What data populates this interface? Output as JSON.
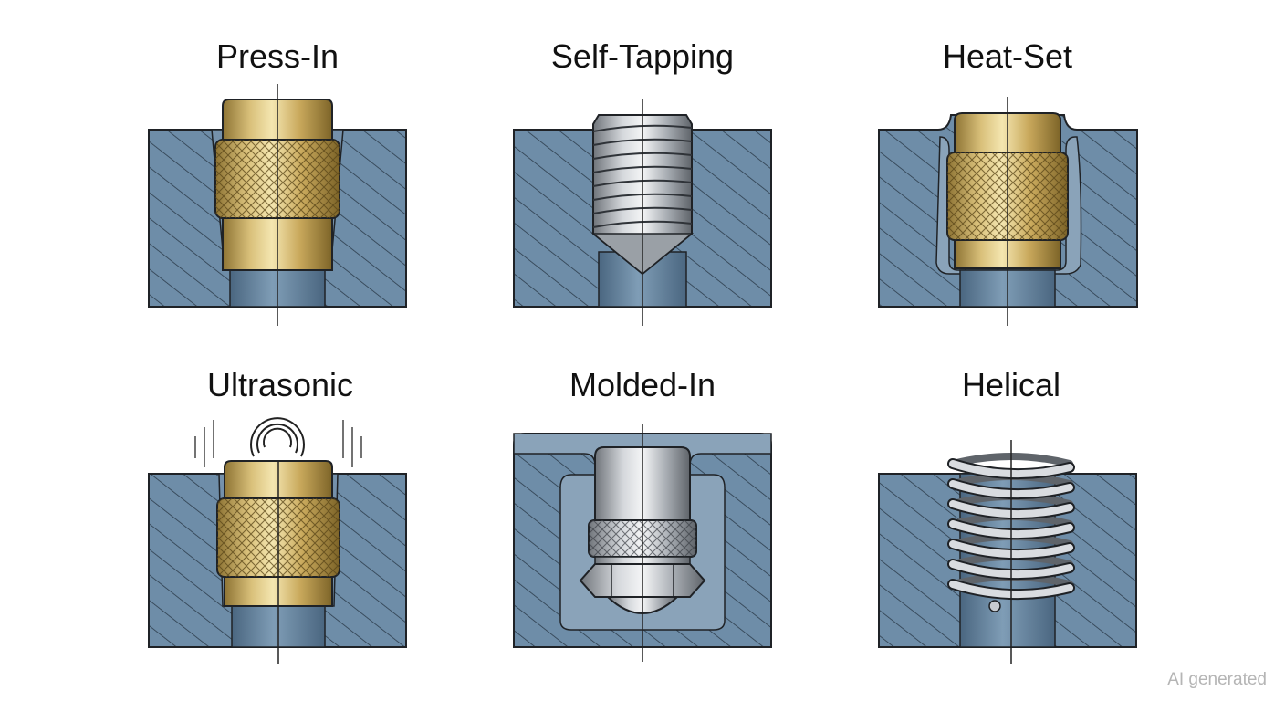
{
  "panels": [
    {
      "id": "press-in",
      "title": "Press-In"
    },
    {
      "id": "self-tapping",
      "title": "Self-Tapping"
    },
    {
      "id": "heat-set",
      "title": "Heat-Set"
    },
    {
      "id": "ultrasonic",
      "title": "Ultrasonic"
    },
    {
      "id": "molded-in",
      "title": "Molded-In"
    },
    {
      "id": "helical",
      "title": "Helical"
    }
  ],
  "watermark": "AI generated",
  "colors": {
    "plastic": "#6e8da8",
    "plastic_dark": "#3f5a72",
    "bore": "#5d7e9b",
    "brass": "#cdb067",
    "brass_light": "#efdfa6",
    "brass_dark": "#8e7434",
    "steel": "#b9bdc2",
    "steel_light": "#eef0f2",
    "steel_dark": "#6f747a",
    "outline": "#1f2226"
  }
}
